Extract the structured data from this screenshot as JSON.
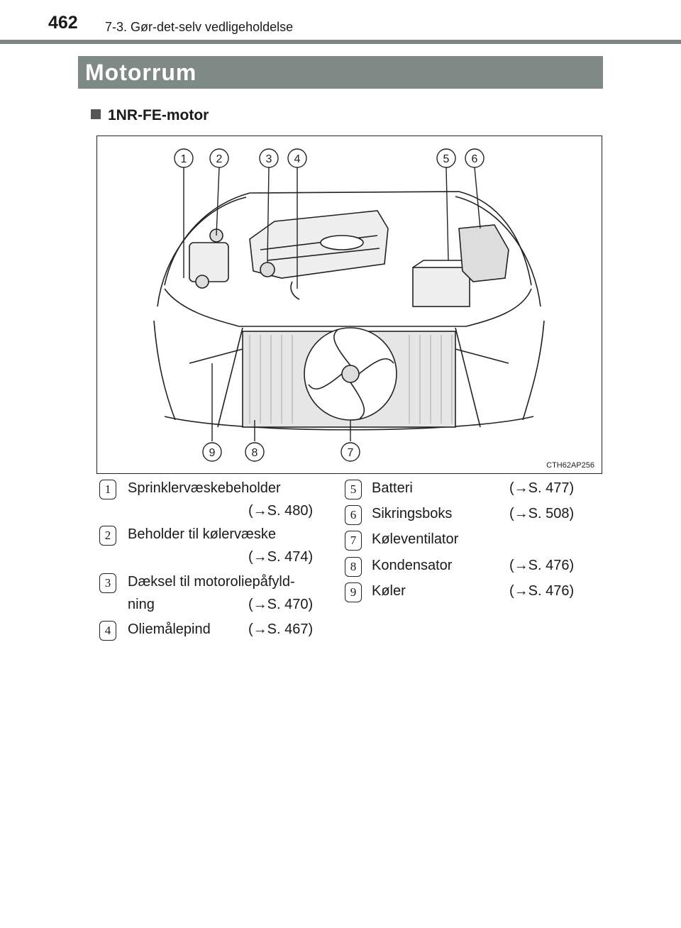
{
  "header": {
    "page_number": "462",
    "section": "7-3. Gør-det-selv vedligeholdelse"
  },
  "title": "Motorrum",
  "subheading": "1NR-FE-motor",
  "figure": {
    "code": "CTH62AP256",
    "callouts": [
      "1",
      "2",
      "3",
      "4",
      "5",
      "6",
      "9",
      "8",
      "7"
    ]
  },
  "legend": {
    "left": [
      {
        "num": "1",
        "line1": "Sprinklervæskebeholder",
        "ref": "(→S. 480)"
      },
      {
        "num": "2",
        "line1": "Beholder til kølervæske",
        "ref": "(→S. 474)"
      },
      {
        "num": "3",
        "line1": "Dæksel til motoroliepåfyld-",
        "line2": "ning",
        "ref": "(→S. 470)"
      },
      {
        "num": "4",
        "line1": "Oliemålepind",
        "ref": "(→S. 467)"
      }
    ],
    "right": [
      {
        "num": "5",
        "line1": "Batteri",
        "ref": "(→S. 477)"
      },
      {
        "num": "6",
        "line1": "Sikringsboks",
        "ref": "(→S. 508)"
      },
      {
        "num": "7",
        "line1": "Køleventilator",
        "ref": ""
      },
      {
        "num": "8",
        "line1": "Kondensator",
        "ref": "(→S. 476)"
      },
      {
        "num": "9",
        "line1": "Køler",
        "ref": "(→S. 476)"
      }
    ]
  }
}
